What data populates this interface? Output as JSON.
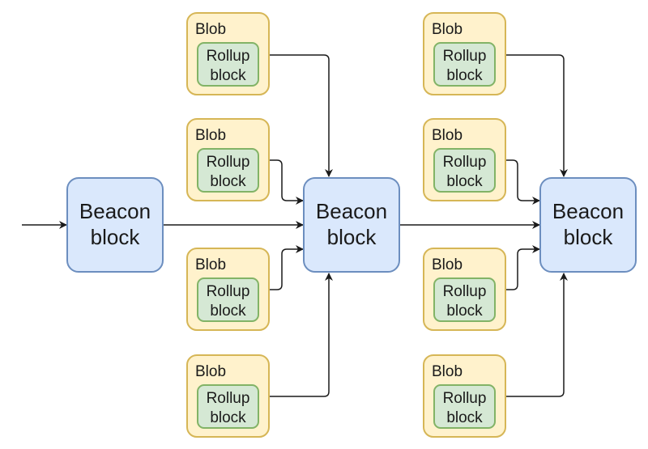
{
  "colors": {
    "beacon_fill": "#dae8fc",
    "beacon_stroke": "#6c8ebf",
    "blob_fill": "#fff2cc",
    "blob_stroke": "#d6b656",
    "rollup_fill": "#d5e8d4",
    "rollup_stroke": "#82b366",
    "edge": "#1a1a1a"
  },
  "beacon_blocks": [
    {
      "line1": "Beacon",
      "line2": "block"
    },
    {
      "line1": "Beacon",
      "line2": "block"
    },
    {
      "line1": "Beacon",
      "line2": "block"
    }
  ],
  "blobs": [
    {
      "label": "Blob",
      "rollup_line1": "Rollup",
      "rollup_line2": "block"
    },
    {
      "label": "Blob",
      "rollup_line1": "Rollup",
      "rollup_line2": "block"
    },
    {
      "label": "Blob",
      "rollup_line1": "Rollup",
      "rollup_line2": "block"
    },
    {
      "label": "Blob",
      "rollup_line1": "Rollup",
      "rollup_line2": "block"
    },
    {
      "label": "Blob",
      "rollup_line1": "Rollup",
      "rollup_line2": "block"
    },
    {
      "label": "Blob",
      "rollup_line1": "Rollup",
      "rollup_line2": "block"
    },
    {
      "label": "Blob",
      "rollup_line1": "Rollup",
      "rollup_line2": "block"
    },
    {
      "label": "Blob",
      "rollup_line1": "Rollup",
      "rollup_line2": "block"
    }
  ]
}
